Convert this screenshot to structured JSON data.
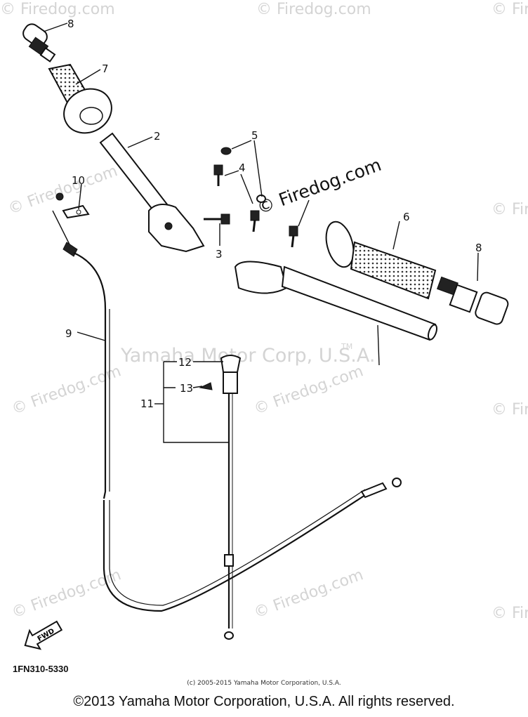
{
  "watermarks": {
    "firedog": "© Firedog.com",
    "yamaha": "Yamaha Motor Corp, U.S.A.",
    "tm": "TM"
  },
  "callouts": {
    "c2": "2",
    "c3": "3",
    "c4": "4",
    "c5": "5",
    "c6": "6",
    "c7": "7",
    "c8a": "8",
    "c8b": "8",
    "c9": "9",
    "c10": "10",
    "c11": "11",
    "c12": "12",
    "c13": "13"
  },
  "fwd_label": "FWD",
  "diagram_code": "1FN310-5330",
  "small_copyright": "(c) 2005-2015 Yamaha Motor Corporation, U.S.A.",
  "footer_copyright": "©2013 Yamaha Motor Corporation, U.S.A. All rights reserved."
}
